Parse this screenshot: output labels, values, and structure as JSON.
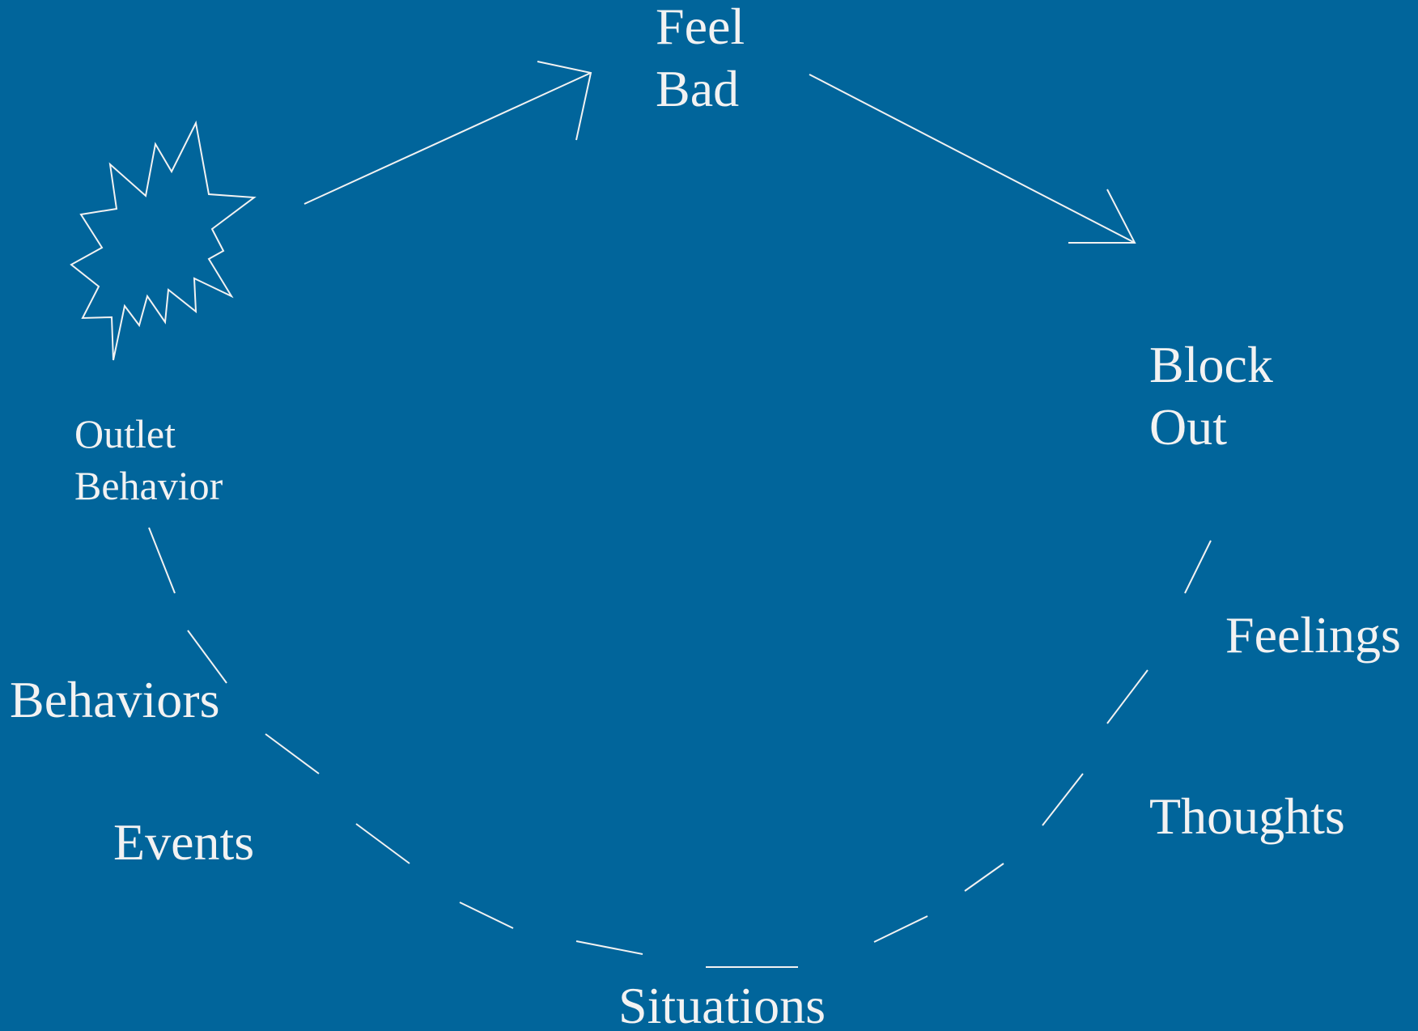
{
  "labels": {
    "feel": "Feel",
    "bad": "Bad",
    "block": "Block",
    "out": "Out",
    "feelings": "Feelings",
    "thoughts": "Thoughts",
    "situations": "Situations",
    "events": "Events",
    "behaviors": "Behaviors",
    "outlet": "Outlet",
    "behavior": "Behavior"
  },
  "colors": {
    "background": "#01659b",
    "foreground": "#f2f2f2"
  },
  "icons": {
    "outlet": "starburst-icon"
  }
}
